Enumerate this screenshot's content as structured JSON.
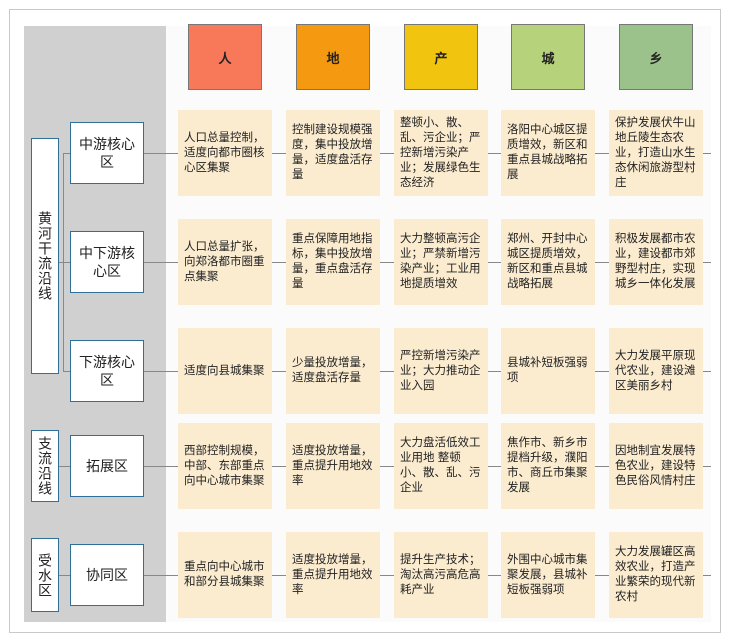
{
  "headers": [
    {
      "label": "人",
      "color": "#f7795a"
    },
    {
      "label": "地",
      "color": "#f59a10"
    },
    {
      "label": "产",
      "color": "#f1c40f"
    },
    {
      "label": "城",
      "color": "#b6d27a"
    },
    {
      "label": "乡",
      "color": "#9cc28c"
    }
  ],
  "regions": [
    "黄河干流沿线",
    "支流沿线",
    "受水区"
  ],
  "zones": [
    "中游核心区",
    "中下游核心区",
    "下游核心区",
    "拓展区",
    "协同区"
  ],
  "rows": [
    [
      "人口总量控制，适度向都市圈核心区集聚",
      "控制建设规模强度，集中投放增量，适度盘活存量",
      "整顿小、散、乱、污企业；严控新增污染产业；发展绿色生态经济",
      "洛阳中心城区提质增效，新区和重点县城战略拓展",
      "保护发展伏牛山地丘陵生态农业，打造山水生态休闲旅游型村庄"
    ],
    [
      "人口总量扩张，向郑洛都市圈重点集聚",
      "重点保障用地指标，集中投放增量，重点盘活存量",
      "大力整顿高污企业；严禁新增污染产业；工业用地提质增效",
      "郑州、开封中心城区提质增效，新区和重点县城战略拓展",
      "积极发展都市农业，建设都市郊野型村庄，实现城乡一体化发展"
    ],
    [
      "适度向县城集聚",
      "少量投放增量，适度盘活存量",
      "严控新增污染产业；大力推动企业入园",
      "县城补短板强弱项",
      "大力发展平原现代农业，建设滩区美丽乡村"
    ],
    [
      "西部控制规模，中部、东部重点向中心城市集聚",
      "适度投放增量，重点提升用地效率",
      "大力盘活低效工业用地 整顿小、散、乱、污企业",
      "焦作市、新乡市提档升级，濮阳市、商丘市集聚发展",
      "因地制宜发展特色农业，建设特色民俗风情村庄"
    ],
    [
      "重点向中心城市和部分县城集聚",
      "适度投放增量，重点提升用地效率",
      "提升生产技术；淘汰高污高危高耗产业",
      "外围中心城市集聚发展，县城补短板强弱项",
      "大力发展罐区高效农业，打造产业繁荣的现代新农村"
    ]
  ]
}
